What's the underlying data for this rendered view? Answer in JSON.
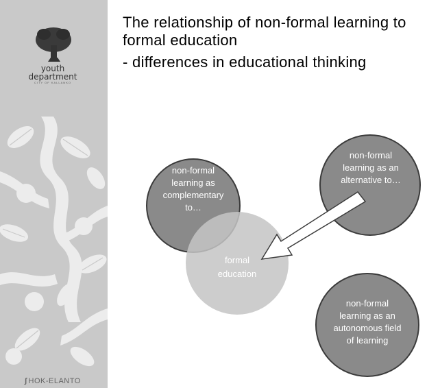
{
  "slide": {
    "title": "The relationship of non-formal learning to formal education",
    "subtitle": "- differences in educational thinking"
  },
  "sidebar": {
    "logo_line1": "youth",
    "logo_line2": "department",
    "logo_small": "CITY OF KALLANKO",
    "sponsor": "HOK-ELANTO"
  },
  "diagram": {
    "complementary": "non-formal learning as complementary to…",
    "alternative": "non-formal learning as an alternative to…",
    "formal": "formal education",
    "autonomous": "non-formal learning as an autonomous field of learning"
  }
}
